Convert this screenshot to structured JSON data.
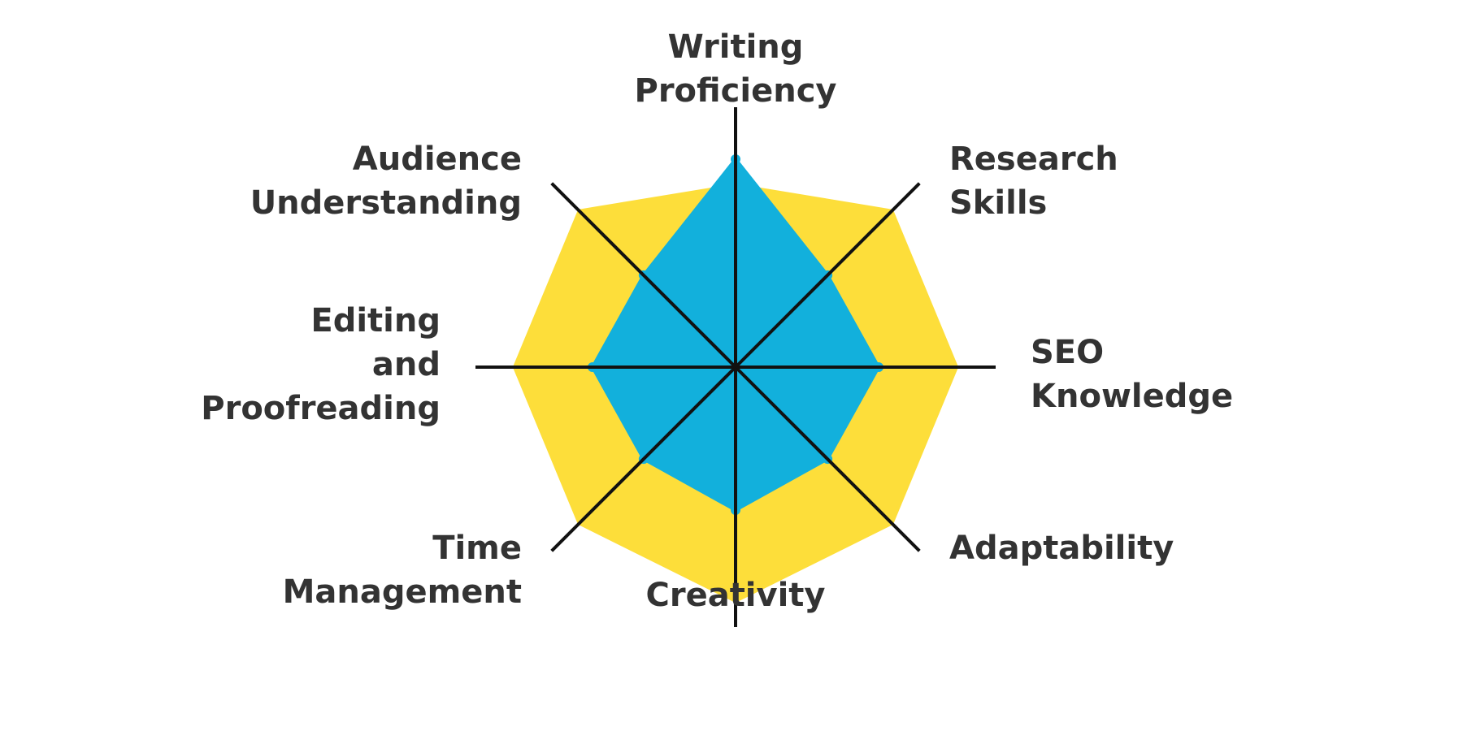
{
  "chart_data": {
    "type": "radar",
    "title": "",
    "axes": [
      {
        "label": [
          "Writing",
          "Proficiency"
        ]
      },
      {
        "label": [
          "Research",
          "Skills"
        ]
      },
      {
        "label": [
          "SEO",
          "Knowledge"
        ]
      },
      {
        "label": [
          "Adaptability"
        ]
      },
      {
        "label": [
          "Creativity"
        ]
      },
      {
        "label": [
          "Time",
          "Management"
        ]
      },
      {
        "label": [
          "Editing",
          "and",
          "Proofreading"
        ]
      },
      {
        "label": [
          "Audience",
          "Understanding"
        ]
      }
    ],
    "range": [
      0,
      10
    ],
    "series": [
      {
        "color": "#FDDE3A",
        "values": [
          7,
          8.5,
          8.5,
          8.5,
          9,
          8.5,
          8.5,
          8.5
        ]
      },
      {
        "color": "#12B0DC",
        "values": [
          8,
          5,
          5.5,
          5,
          5.5,
          5,
          5.5,
          5
        ]
      }
    ],
    "axis_color": "#111111",
    "label_color": "#333333"
  }
}
